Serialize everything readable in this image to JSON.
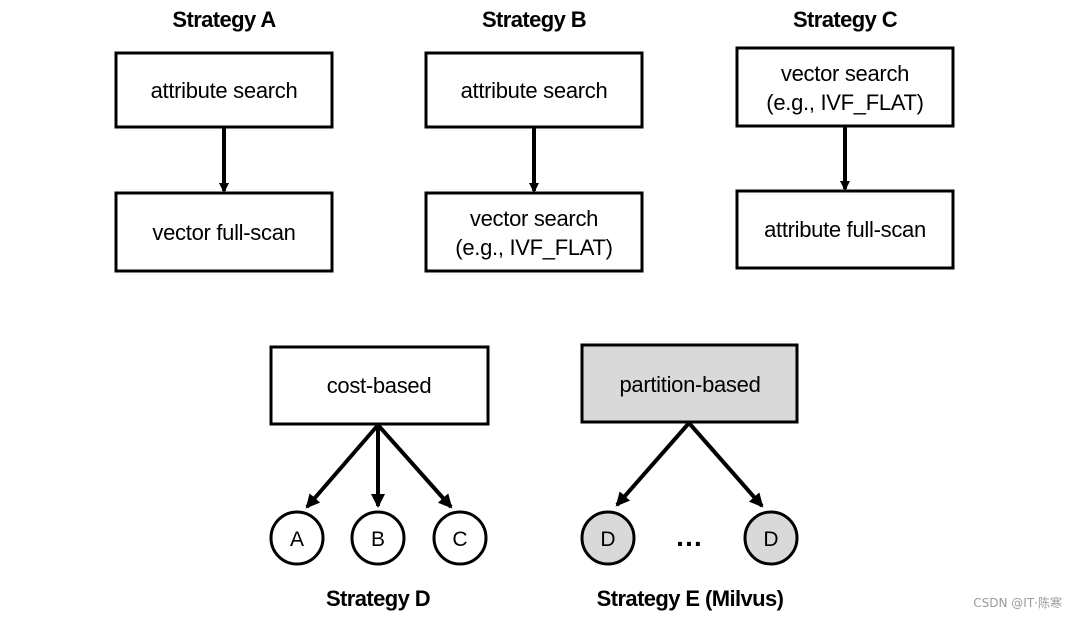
{
  "strategies": {
    "a": {
      "title": "Strategy A",
      "top_box": "attribute search",
      "bottom_box": "vector full-scan"
    },
    "b": {
      "title": "Strategy B",
      "top_box": "attribute search",
      "bottom_box_line1": "vector search",
      "bottom_box_line2": "(e.g., IVF_FLAT)"
    },
    "c": {
      "title": "Strategy C",
      "top_box_line1": "vector search",
      "top_box_line2": "(e.g., IVF_FLAT)",
      "bottom_box": "attribute full-scan"
    },
    "d": {
      "title": "Strategy D",
      "root_box": "cost-based",
      "children": [
        "A",
        "B",
        "C"
      ]
    },
    "e": {
      "title": "Strategy E (Milvus)",
      "root_box": "partition-based",
      "children": [
        "D",
        "D"
      ],
      "ellipsis": "…"
    }
  },
  "watermark": "CSDN @IT·陈寒",
  "colors": {
    "stroke": "#000000",
    "box_fill": "#ffffff",
    "shaded_fill": "#d9d9d9",
    "watermark": "#9a9a9a"
  }
}
